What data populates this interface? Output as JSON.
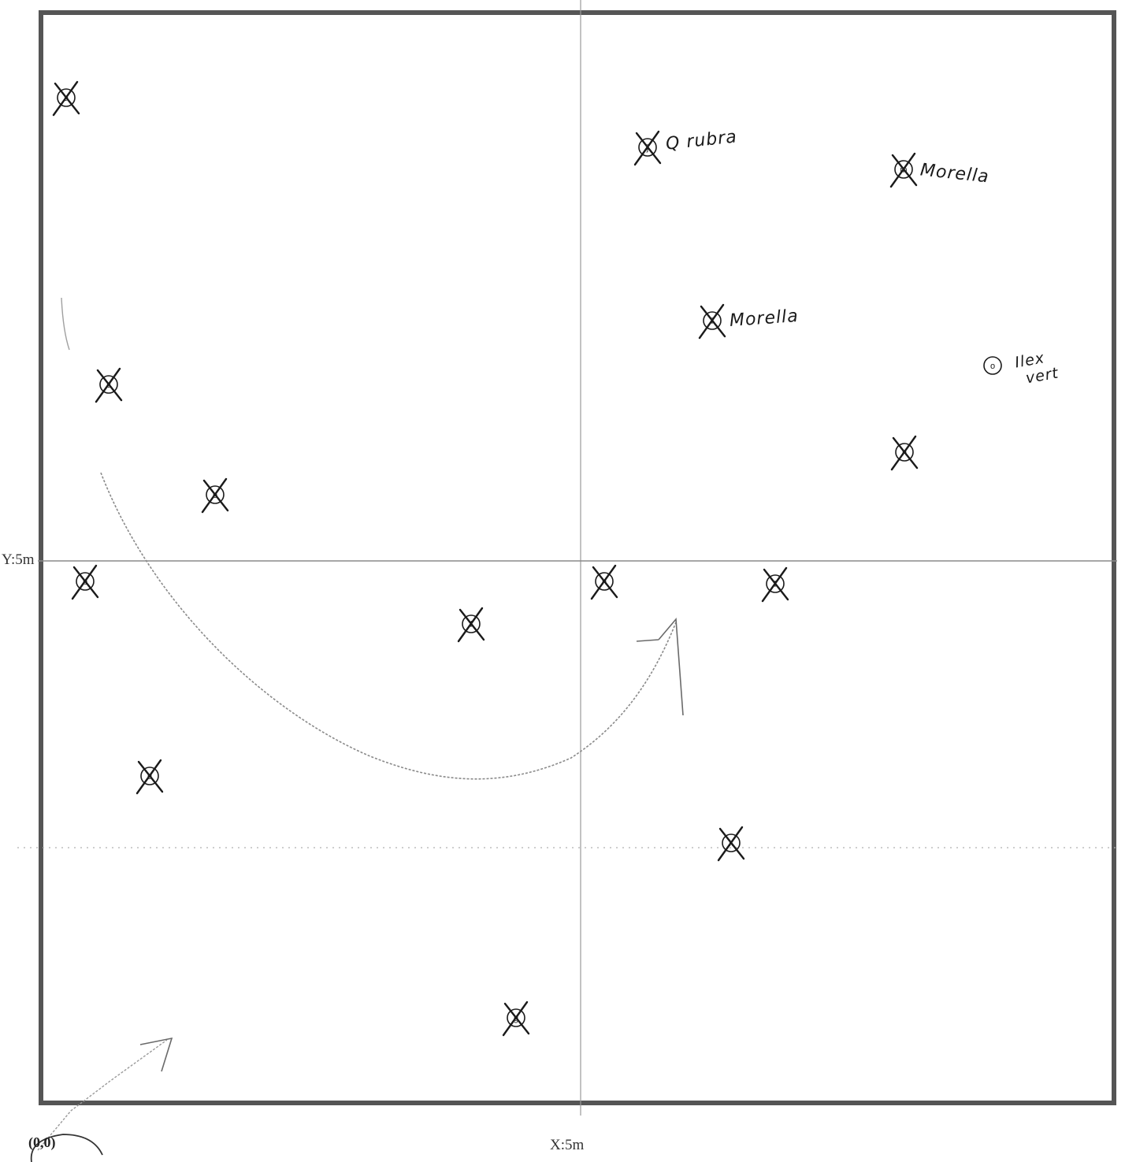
{
  "axes": {
    "y_label": "Y:5m",
    "x_label": "X:5m",
    "origin_label": "(0,0)"
  },
  "annotations": {
    "q_rubra": "Q rubra",
    "morella_1": "Morella",
    "morella_2": "Morella",
    "ilex_line1": "Ilex",
    "ilex_line2": "vert"
  },
  "colors": {
    "frame": "#555555",
    "ink": "#1a1a1a",
    "dotted": "#9a9a9a",
    "pencil": "#8a8a8a"
  },
  "markers": [
    {
      "id": "a",
      "crossed": true
    },
    {
      "id": "b",
      "crossed": true
    },
    {
      "id": "c",
      "crossed": true
    },
    {
      "id": "d",
      "crossed": true
    },
    {
      "id": "e",
      "crossed": true
    },
    {
      "id": "f",
      "crossed": true
    },
    {
      "id": "g",
      "crossed": true
    },
    {
      "id": "h",
      "crossed": true
    },
    {
      "id": "i",
      "crossed": true
    },
    {
      "id": "j",
      "crossed": true
    },
    {
      "id": "k",
      "crossed": true
    },
    {
      "id": "l",
      "crossed": true
    },
    {
      "id": "m",
      "crossed": true
    },
    {
      "id": "n",
      "crossed": true
    },
    {
      "id": "o",
      "crossed": false
    }
  ]
}
